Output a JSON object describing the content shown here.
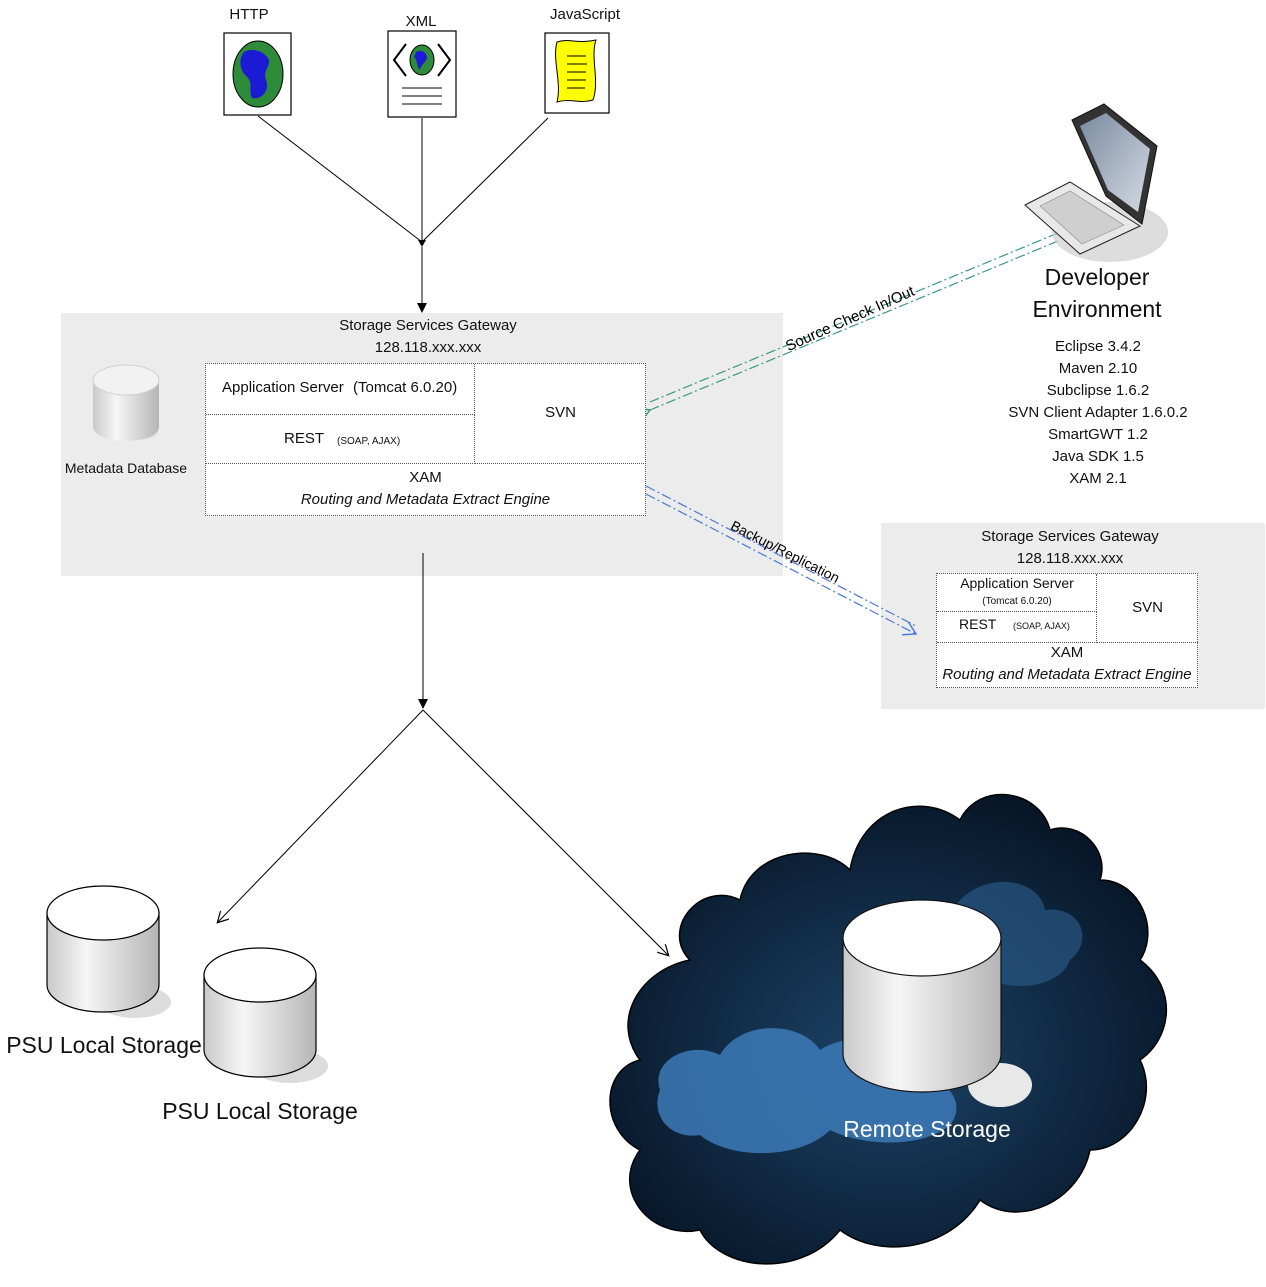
{
  "protocols": {
    "http": "HTTP",
    "xml": "XML",
    "javascript": "JavaScript"
  },
  "main_gateway": {
    "title": "Storage Services Gateway",
    "ip": "128.118.xxx.xxx",
    "app_server": "Application Server",
    "tomcat": "(Tomcat 6.0.20)",
    "rest": "REST",
    "rest_detail": "(SOAP, AJAX)",
    "svn": "SVN",
    "xam": "XAM",
    "engine": "Routing and Metadata Extract Engine",
    "metadata_db": "Metadata Database"
  },
  "backup_gateway": {
    "title": "Storage Services Gateway",
    "ip": "128.118.xxx.xxx",
    "app_server": "Application Server",
    "tomcat": "(Tomcat 6.0.20)",
    "rest": "REST",
    "rest_detail": "(SOAP, AJAX)",
    "svn": "SVN",
    "xam": "XAM",
    "engine": "Routing and Metadata Extract Engine"
  },
  "developer": {
    "title_line1": "Developer",
    "title_line2": "Environment",
    "tools": [
      "Eclipse 3.4.2",
      "Maven 2.10",
      "Subclipse 1.6.2",
      "SVN Client Adapter 1.6.0.2",
      "SmartGWT 1.2",
      "Java SDK 1.5",
      "XAM 2.1"
    ]
  },
  "connectors": {
    "source_check": "Source Check In/Out",
    "backup": "Backup/Replication"
  },
  "storage": {
    "local1": "PSU Local Storage",
    "local2": "PSU Local Storage",
    "remote": "Remote Storage"
  },
  "colors": {
    "panel": "#ececec",
    "globe_green": "#2e8b3a",
    "globe_blue": "#1b1bd6",
    "script_yellow": "#ffff00",
    "source_line": "#3a9a7a",
    "backup_line": "#4a7ad8",
    "cloud_dark": "#0f2a44",
    "cloud_light": "#3d7ab8"
  }
}
